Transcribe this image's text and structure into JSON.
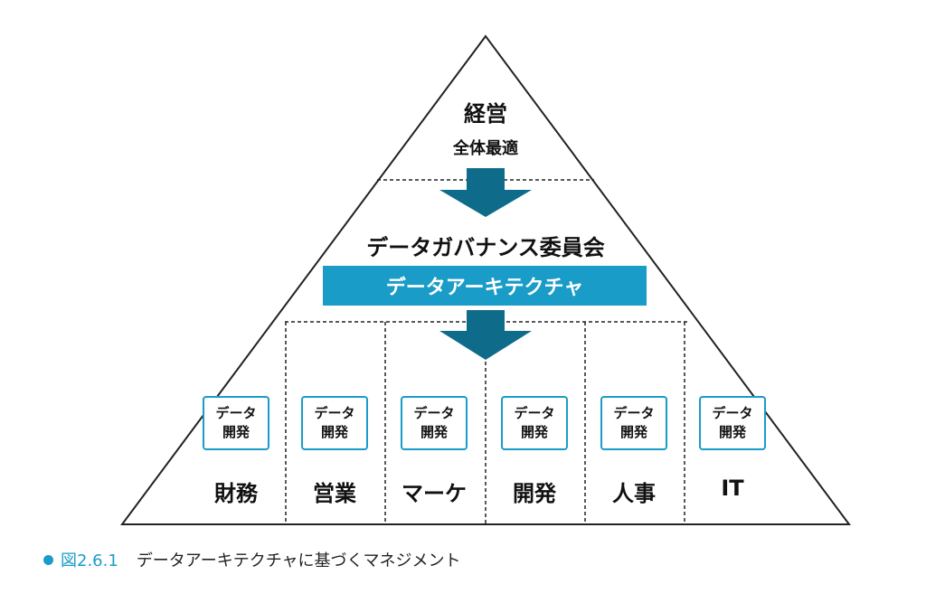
{
  "top": {
    "title": "経営",
    "subtitle": "全体最適"
  },
  "middle": {
    "committee": "データガバナンス委員会",
    "architecture": "データアーキテクチャ"
  },
  "departments": [
    {
      "dev_line1": "データ",
      "dev_line2": "開発",
      "name": "財務"
    },
    {
      "dev_line1": "データ",
      "dev_line2": "開発",
      "name": "営業"
    },
    {
      "dev_line1": "データ",
      "dev_line2": "開発",
      "name": "マーケ"
    },
    {
      "dev_line1": "データ",
      "dev_line2": "開発",
      "name": "開発"
    },
    {
      "dev_line1": "データ",
      "dev_line2": "開発",
      "name": "人事"
    },
    {
      "dev_line1": "データ",
      "dev_line2": "開発",
      "name": "IT"
    }
  ],
  "caption": {
    "figure_number": "図2.6.1",
    "text": "データアーキテクチャに基づくマネジメント"
  },
  "colors": {
    "accent": "#1a9cc8",
    "arrow": "#0e6b8a",
    "line": "#222222"
  }
}
